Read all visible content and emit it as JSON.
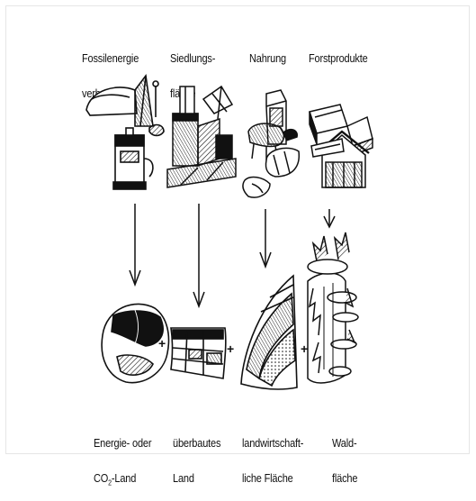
{
  "top_labels": [
    {
      "line1": "Fossilenergie",
      "line2": "verbrauch"
    },
    {
      "line1": "Siedlungs-",
      "line2": "fläche"
    },
    {
      "line1": "Nahrung",
      "line2": ""
    },
    {
      "line1": "Forstprodukte",
      "line2": ""
    }
  ],
  "bottom_labels": [
    {
      "line1": "Energie- oder",
      "line2_prefix": "CO",
      "line2_sub": "2",
      "line2_suffix": "-Land"
    },
    {
      "line1": "überbautes",
      "line2": "Land"
    },
    {
      "line1": "landwirtschaft-",
      "line2": "liche Fläche"
    },
    {
      "line1": "Wald-",
      "line2": "fläche"
    }
  ],
  "plus_sign": "+",
  "colors": {
    "ink": "#111111",
    "frame": "#e6e6e6",
    "background": "#ffffff"
  }
}
